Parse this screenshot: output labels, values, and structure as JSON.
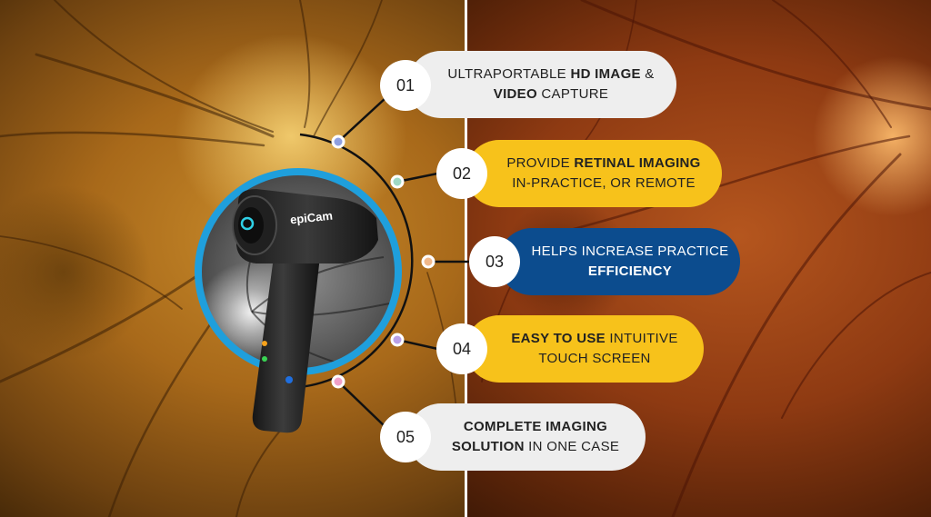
{
  "brand": {
    "device_label": "epiCam"
  },
  "colors": {
    "pill_light": "#eeeeee",
    "pill_yellow": "#f7c21b",
    "pill_blue": "#0c4c8e",
    "ring_blue": "#1f9fdc",
    "dot_1": "#8fa0e0",
    "dot_2": "#9fd8c4",
    "dot_3": "#f0b88a",
    "dot_4": "#b9a0e6",
    "dot_5": "#f0a0c8"
  },
  "features": [
    {
      "number": "01",
      "line1_normal_a": "Ultraportable ",
      "line1_bold": "HD Image",
      "line1_normal_b": " &",
      "line2_bold": "Video",
      "line2_normal": " Capture",
      "style": "light"
    },
    {
      "number": "02",
      "line1_normal_a": "Provide ",
      "line1_bold": "Retinal Imaging",
      "line1_normal_b": "",
      "line2_bold": "",
      "line2_normal": "In-Practice, or Remote",
      "style": "yellow"
    },
    {
      "number": "03",
      "line1_normal_a": "Helps Increase Practice",
      "line1_bold": "",
      "line1_normal_b": "",
      "line2_bold": "Efficiency",
      "line2_normal": "",
      "style": "blue"
    },
    {
      "number": "04",
      "line1_normal_a": "",
      "line1_bold": "Easy to Use",
      "line1_normal_b": " Intuitive",
      "line2_bold": "",
      "line2_normal": "Touch Screen",
      "style": "yellow"
    },
    {
      "number": "05",
      "line1_normal_a": "",
      "line1_bold": "Complete Imaging",
      "line1_normal_b": "",
      "line2_bold": "Solution",
      "line2_normal": " in One Case",
      "style": "light"
    }
  ]
}
